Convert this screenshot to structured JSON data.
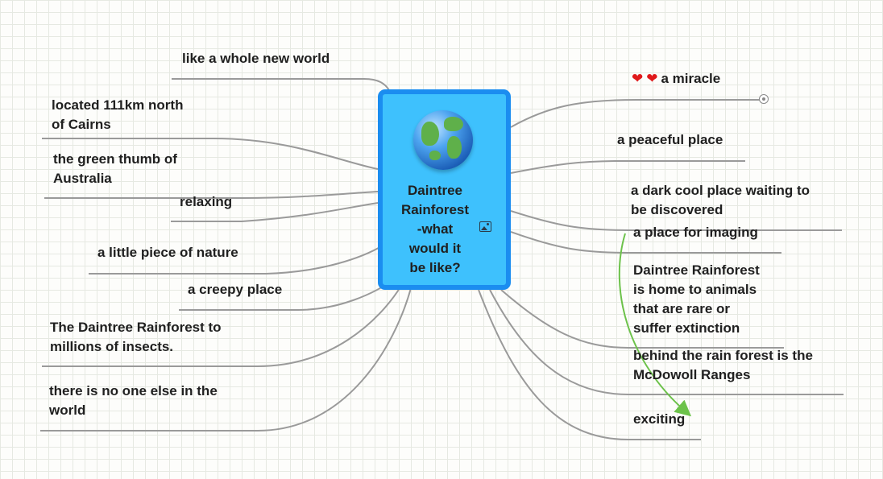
{
  "central": {
    "title_lines": [
      "Daintree",
      "Rainforest",
      "-what",
      "would it",
      "be like?"
    ]
  },
  "left_topics": [
    {
      "lines": [
        "like a whole new world"
      ]
    },
    {
      "lines": [
        "located 111km north",
        "of Cairns"
      ]
    },
    {
      "lines": [
        "the green thumb of",
        "Australia"
      ]
    },
    {
      "lines": [
        "relaxing"
      ]
    },
    {
      "lines": [
        "a little piece of nature"
      ]
    },
    {
      "lines": [
        "a creepy place"
      ]
    },
    {
      "lines": [
        "The Daintree Rainforest to",
        "millions of insects."
      ]
    },
    {
      "lines": [
        "there is no one else in the",
        "world"
      ]
    }
  ],
  "right_topics": [
    {
      "lines": [
        "a miracle"
      ],
      "markers": [
        "heart-icon",
        "heart-icon"
      ]
    },
    {
      "lines": [
        "a peaceful place"
      ]
    },
    {
      "lines": [
        "a dark cool place waiting to",
        "be discovered"
      ]
    },
    {
      "lines": [
        "a place for imaging"
      ]
    },
    {
      "lines": [
        "Daintree Rainforest",
        "is home to animals",
        "that are rare or",
        "suffer extinction"
      ]
    },
    {
      "lines": [
        "behind the rain forest is the",
        "McDowoll Ranges"
      ]
    },
    {
      "lines": [
        "exciting"
      ]
    }
  ],
  "colors": {
    "central_fill": "#3ec1fd",
    "central_border": "#1b8df0",
    "branch_line": "#9a9a9a",
    "relationship_arrow": "#6cc24a",
    "heart": "#e0191b"
  },
  "icons": {
    "central": "globe-icon",
    "attachment": "image-icon",
    "marker": "heart-icon",
    "collapse": "collapse-circle-icon"
  }
}
